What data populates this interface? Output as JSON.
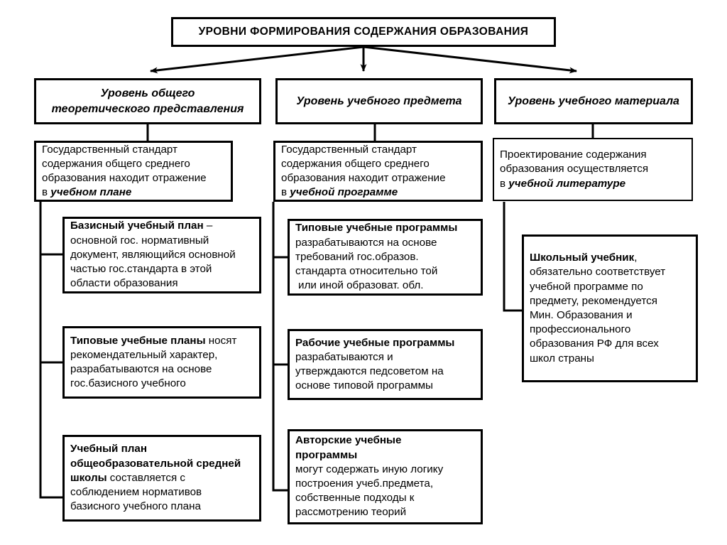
{
  "diagram": {
    "title": "УРОВНИ ФОРМИРОВАНИЯ СОДЕРЖАНИЯ ОБРАЗОВАНИЯ",
    "line_color": "#000000",
    "background": "#ffffff",
    "levels": [
      {
        "id": "level-1",
        "label": "Уровень общего\nтеоретического представления"
      },
      {
        "id": "level-2",
        "label": "Уровень учебного предмета"
      },
      {
        "id": "level-3",
        "label": "Уровень учебного материала"
      }
    ],
    "columns": [
      {
        "id": "column-1",
        "primary": {
          "id": "state-standard-plan",
          "lines": [
            "Государственный стандарт",
            "содержания общего среднего",
            "образования находит отражение",
            "в "
          ],
          "emphasis": "учебном плане"
        },
        "children": [
          {
            "id": "basic-curriculum",
            "bold_lead": "Базисный учебный план",
            "rest": " –\nосновной гос. нормативный\nдокумент, являющийся основной\nчастью гос.стандарта в этой\nобласти образования"
          },
          {
            "id": "typical-curricula",
            "bold_lead": "Типовые учебные планы",
            "rest": " носят\nрекомендательный характер,\nразрабатываются на основе\nгос.базисного учебного"
          },
          {
            "id": "school-curriculum",
            "bold_lead": "Учебный план\nобщеобразовательной средней\nшколы",
            "rest": " составляется с\nсоблюдением нормативов\nбазисного учебного плана"
          }
        ]
      },
      {
        "id": "column-2",
        "primary": {
          "id": "state-standard-program",
          "lines": [
            "Государственный стандарт",
            "содержания общего среднего",
            "образования находит отражение",
            "в "
          ],
          "emphasis": "учебной программе"
        },
        "children": [
          {
            "id": "typical-programs",
            "bold_lead": "Типовые учебные программы",
            "rest": "\nразрабатываются на основе\nтребований гос.образов.\nстандарта относительно той\n или иной образоват. обл."
          },
          {
            "id": "working-programs",
            "bold_lead": "Рабочие учебные программы",
            "rest": "\nразрабатываются и\nутверждаются педсоветом на\nоснове типовой программы"
          },
          {
            "id": "author-programs",
            "bold_lead": "Авторские учебные\nпрограммы",
            "rest": "\nмогут содержать иную логику\nпостроения учеб.предмета,\nсобственные подходы к\nрассмотрению теорий"
          }
        ]
      },
      {
        "id": "column-3",
        "primary": {
          "id": "design-of-content",
          "lines": [
            "Проектирование содержания",
            "образования осуществляется",
            "в "
          ],
          "emphasis": "учебной литературе"
        },
        "children": [
          {
            "id": "school-textbook",
            "bold_lead": "Школьный учебник",
            "rest": ",\nобязательно соответствует\nучебной программе по\nпредмету, рекомендуется\nМин. Образования и\nпрофессионального\nобразования РФ для всех\nшкол страны"
          }
        ]
      }
    ]
  }
}
